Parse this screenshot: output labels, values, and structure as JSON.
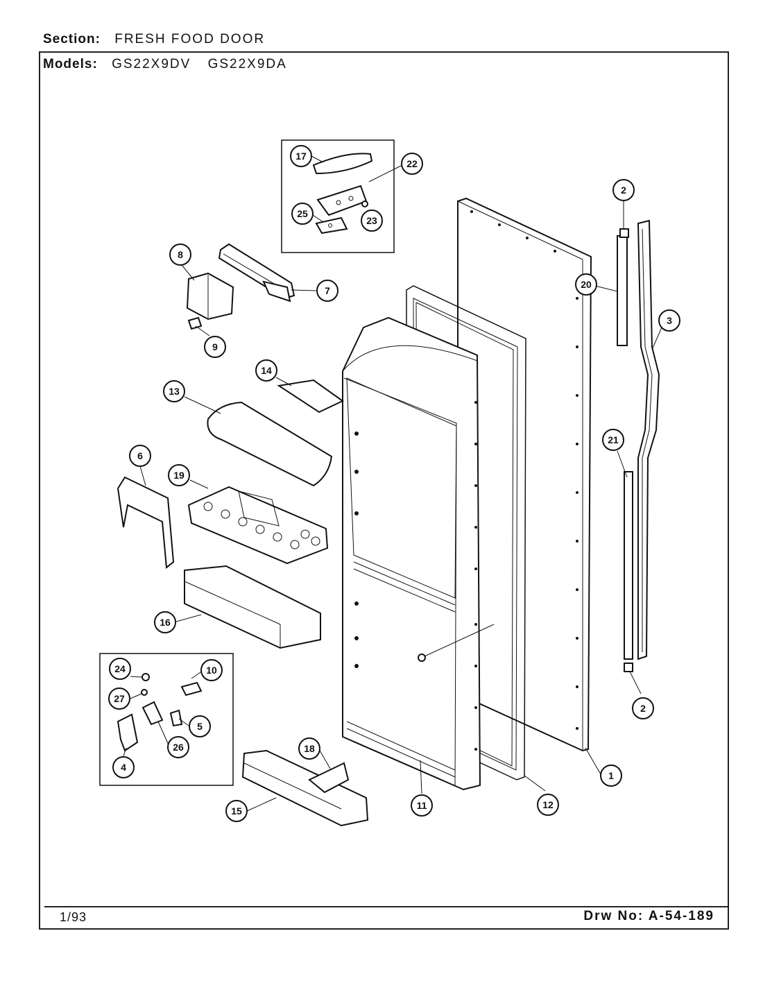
{
  "header": {
    "section_label": "Section:",
    "section_value": "FRESH FOOD DOOR",
    "models_label": "Models:",
    "models": [
      "GS22X9DV",
      "GS22X9DA"
    ]
  },
  "footer": {
    "date": "1/93",
    "drawing_label": "Drw No:",
    "drawing_number": "A-54-189"
  },
  "callouts": {
    "c1": "1",
    "c2a": "2",
    "c2b": "2",
    "c3": "3",
    "c4": "4",
    "c5": "5",
    "c6": "6",
    "c7": "7",
    "c8": "8",
    "c9": "9",
    "c10": "10",
    "c11": "11",
    "c12": "12",
    "c13": "13",
    "c14": "14",
    "c15": "15",
    "c16": "16",
    "c17": "17",
    "c18": "18",
    "c19": "19",
    "c20": "20",
    "c21": "21",
    "c22": "22",
    "c23": "23",
    "c24": "24",
    "c25": "25",
    "c26": "26",
    "c27": "27"
  }
}
